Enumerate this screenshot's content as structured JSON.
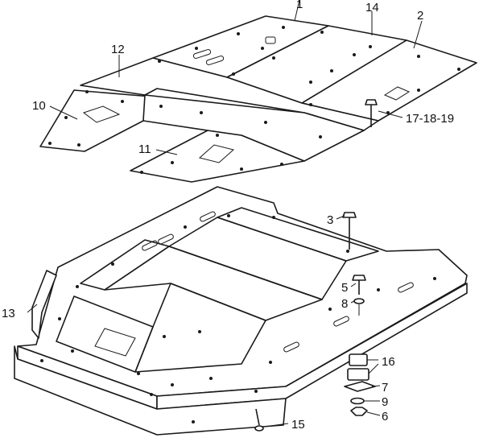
{
  "figure": {
    "callouts": [
      {
        "id": "c1",
        "text": "1"
      },
      {
        "id": "c2",
        "text": "2"
      },
      {
        "id": "c3",
        "text": "3"
      },
      {
        "id": "c5",
        "text": "5"
      },
      {
        "id": "c6",
        "text": "6"
      },
      {
        "id": "c7",
        "text": "7"
      },
      {
        "id": "c8",
        "text": "8"
      },
      {
        "id": "c9",
        "text": "9"
      },
      {
        "id": "c10",
        "text": "10"
      },
      {
        "id": "c11",
        "text": "11"
      },
      {
        "id": "c12",
        "text": "12"
      },
      {
        "id": "c13",
        "text": "13"
      },
      {
        "id": "c14",
        "text": "14"
      },
      {
        "id": "c15",
        "text": "15"
      },
      {
        "id": "c16",
        "text": "16"
      },
      {
        "id": "c17",
        "text": "17-18-19"
      }
    ]
  }
}
